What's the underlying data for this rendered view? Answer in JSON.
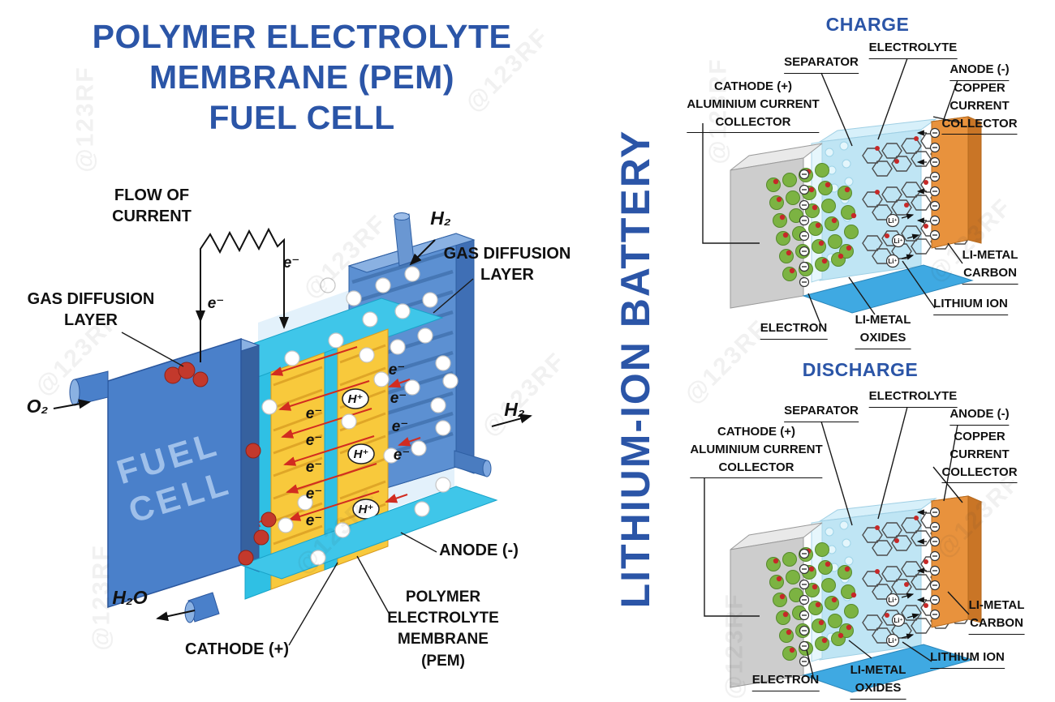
{
  "watermark": {
    "text": "@123RF"
  },
  "colors": {
    "title_blue": "#2b55a7",
    "cell_blue": "#4a80ca",
    "membrane_yellow": "#f8c93c",
    "cyan": "#3fc6e9",
    "copper_orange": "#e8923d",
    "oxide_green": "#7cb342",
    "arrow_red": "#d22c20",
    "collector_gray": "#cdcdcd"
  },
  "fuel_cell": {
    "title": "POLYMER ELECTROLYTE\nMEMBRANE (PEM)\nFUEL CELL",
    "block_label_line1": "FUEL",
    "block_label_line2": "CELL",
    "symbols": {
      "electron": "e⁻",
      "proton": "H⁺",
      "hydrogen": "H₂",
      "oxygen": "O₂",
      "water": "H₂O"
    },
    "labels": {
      "flow_of_current": "FLOW OF\nCURRENT",
      "gas_diffusion_left": "GAS DIFFUSION\nLAYER",
      "gas_diffusion_right": "GAS DIFFUSION\nLAYER",
      "anode": "ANODE (-)",
      "cathode": "CATHODE (+)",
      "membrane": "POLYMER\nELECTROLYTE\nMEMBRANE\n(PEM)"
    }
  },
  "battery": {
    "side_title": "LITHIUM-ION BATTERY",
    "symbols": {
      "li_ion": "Li⁺"
    },
    "charge": {
      "title": "CHARGE",
      "labels": {
        "separator": "SEPARATOR",
        "electrolyte": "ELECTROLYTE",
        "anode": "ANODE (-)",
        "copper_collector": "COPPER CURRENT\nCOLLECTOR",
        "cathode": "CATHODE (+)\nALUMINIUM CURRENT\nCOLLECTOR",
        "li_metal_carbon": "LI-METAL\nCARBON",
        "lithium_ion": "LITHIUM ION",
        "electron": "ELECTRON",
        "li_metal_oxides": "LI-METAL\nOXIDES"
      }
    },
    "discharge": {
      "title": "DISCHARGE",
      "labels": {
        "separator": "SEPARATOR",
        "electrolyte": "ELECTROLYTE",
        "anode": "ANODE (-)",
        "copper_collector": "COPPER CURRENT\nCOLLECTOR",
        "cathode": "CATHODE (+)\nALUMINIUM CURRENT\nCOLLECTOR",
        "li_metal_carbon": "LI-METAL\nCARBON",
        "lithium_ion": "LITHIUM ION",
        "electron": "ELECTRON",
        "li_metal_oxides": "LI-METAL\nOXIDES"
      }
    }
  }
}
